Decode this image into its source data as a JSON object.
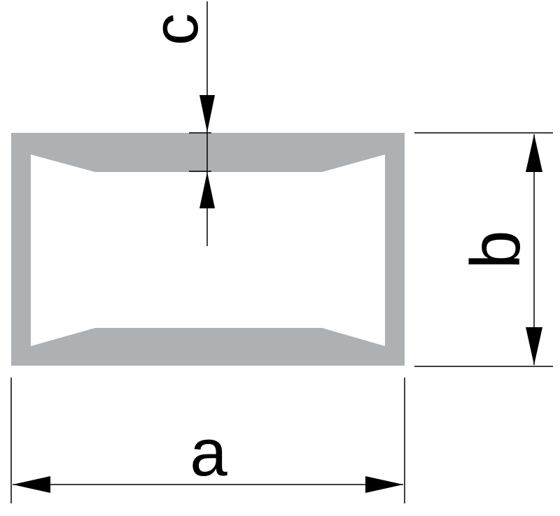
{
  "diagram": {
    "labels": {
      "width": "a",
      "height": "b",
      "thickness": "c"
    },
    "colors": {
      "profile": "#aeb1b3",
      "inner": "#ffffff",
      "line": "#000000"
    }
  }
}
